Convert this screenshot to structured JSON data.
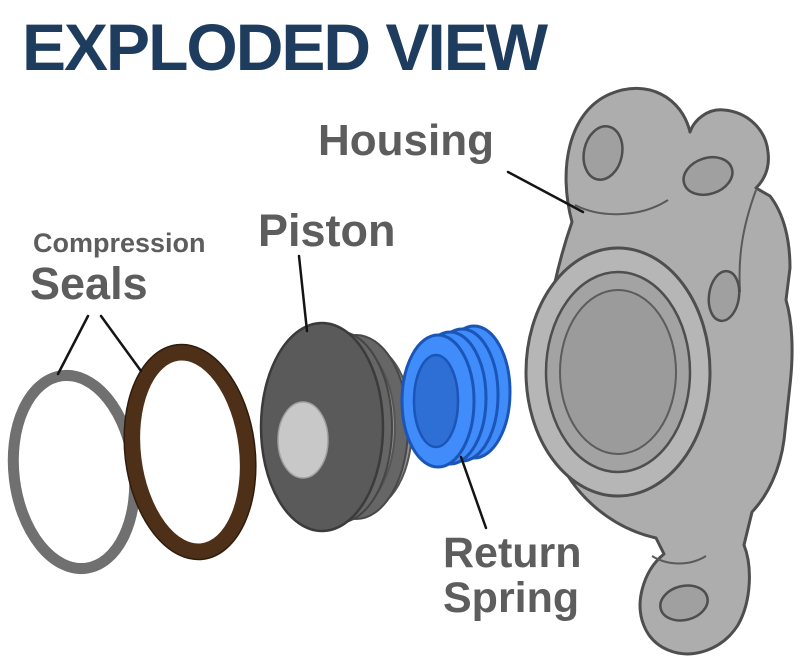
{
  "diagram": {
    "title": "EXPLODED VIEW",
    "labels": {
      "housing": "Housing",
      "compression": "Compression",
      "seals": "Seals",
      "piston": "Piston",
      "return_line1": "Return",
      "return_line2": "Spring"
    },
    "parts": [
      {
        "name": "compression-seal-gray",
        "label": "Compression Seals",
        "color": "#707070"
      },
      {
        "name": "compression-seal-brown",
        "label": "Compression Seals",
        "color": "#4e3018"
      },
      {
        "name": "piston",
        "label": "Piston",
        "color": "#5a5a5a"
      },
      {
        "name": "return-spring",
        "label": "Return Spring",
        "color": "#3f8cfa"
      },
      {
        "name": "housing",
        "label": "Housing",
        "color": "#adadad"
      }
    ],
    "colors": {
      "title": "#1e3c5e",
      "label_gray": "#5d5d5d",
      "leader_line": "#141414",
      "seal_gray": "#707070",
      "seal_brown": "#4e3018",
      "piston_body": "#5a5a5a",
      "piston_edge": "#3b3b3b",
      "piston_groove_dark": "#666666",
      "piston_groove_light": "#909090",
      "piston_pocket": "#c8c8c8",
      "spring_blue": "#3f8cfa",
      "spring_inner": "#2e6fd6",
      "spring_outline": "#1b55b8",
      "housing_gray": "#adadad",
      "housing_flange": "#b6b6b6",
      "housing_bore": "#a3a3a3",
      "housing_bore_inner": "#9b9b9b",
      "housing_hole": "#a0a0a0",
      "housing_outline": "#4e4e4e",
      "background": "#ffffff"
    }
  }
}
